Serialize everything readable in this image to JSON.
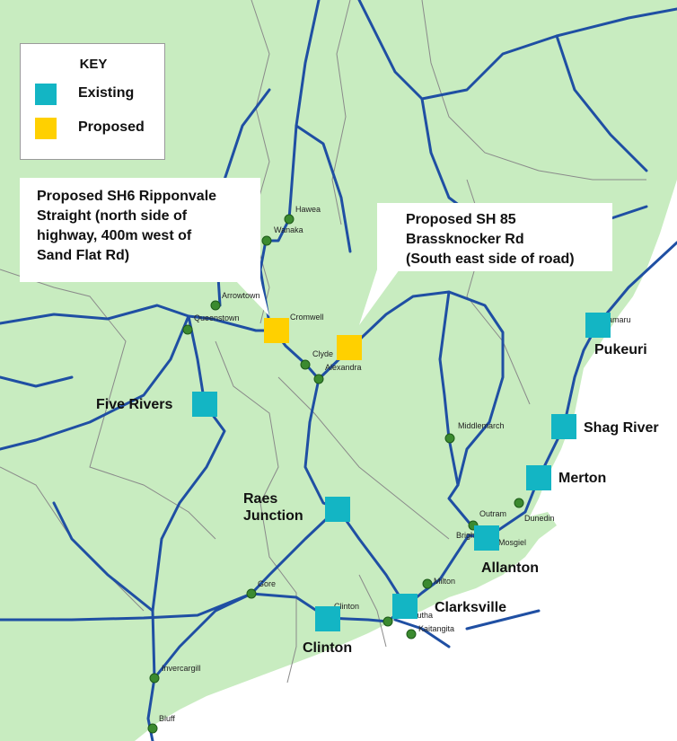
{
  "colors": {
    "land": "#c8ecc0",
    "water": "#ffffff",
    "road": "#1f4fa3",
    "boundary": "#8a8a8a",
    "existing": "#13b5c4",
    "proposed": "#ffd000",
    "town_dot": "#3b8a2f"
  },
  "legend": {
    "title": "KEY",
    "items": [
      {
        "label": "Existing",
        "color": "#13b5c4"
      },
      {
        "label": "Proposed",
        "color": "#ffd000"
      }
    ]
  },
  "callouts": {
    "ripponvale": [
      "Proposed SH6 Ripponvale",
      "Straight (north side of",
      "highway, 400m west of",
      "Sand Flat Rd)"
    ],
    "brassknocker": [
      "Proposed SH 85",
      "Brassknocker Rd",
      "(South east side of road)"
    ]
  },
  "sites": {
    "existing": [
      {
        "name": "Five Rivers"
      },
      {
        "name": "Raes Junction"
      },
      {
        "name": "Clinton"
      },
      {
        "name": "Clarksville"
      },
      {
        "name": "Allanton"
      },
      {
        "name": "Merton"
      },
      {
        "name": "Shag River"
      },
      {
        "name": "Pukeuri"
      }
    ],
    "proposed": [
      {
        "name": "Ripponvale"
      },
      {
        "name": "Brassknocker"
      }
    ]
  },
  "site_labels": {
    "five_rivers": "Five Rivers",
    "raes_line1": "Raes",
    "raes_line2": "Junction",
    "clinton": "Clinton",
    "clarksville": "Clarksville",
    "allanton": "Allanton",
    "merton": "Merton",
    "shag_river": "Shag River",
    "pukeuri": "Pukeuri"
  },
  "towns": {
    "hawea": "Hawea",
    "wanaka": "Wanaka",
    "arrowtown": "Arrowtown",
    "queenstown": "Queenstown",
    "cromwell": "Cromwell",
    "clyde": "Clyde",
    "alexandra": "Alexandra",
    "middlemarch": "Middlemarch",
    "outram": "Outram",
    "dunedin": "Dunedin",
    "brighton": "Brighton",
    "mosgiel": "Mosgiel",
    "milton": "Milton",
    "balclutha": "Balclutha",
    "kaitangata": "Kaitangita",
    "clinton_town": "Clinton",
    "gore": "Gore",
    "invercargill": "Invercargill",
    "bluff": "Bluff",
    "oamaru": "Oamaru"
  }
}
